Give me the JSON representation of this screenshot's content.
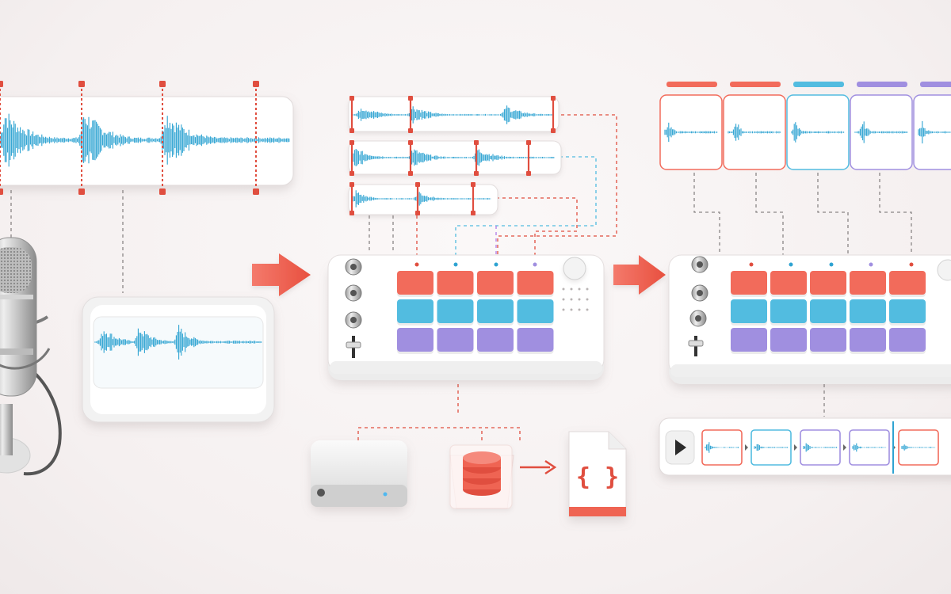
{
  "palette": {
    "background": "#f6f1f1",
    "red": "#f26b5b",
    "red_dark": "#e04e3f",
    "blue": "#52bce0",
    "blue_wave": "#2ea3d2",
    "purple": "#a08fe0",
    "panel": "#ffffff",
    "panel_edge": "#dcd6d6",
    "dash_gray": "#8a8686"
  },
  "icons": {
    "microphone": "microphone-icon",
    "monitor": "waveform-monitor-icon",
    "arrow": "flow-arrow-icon",
    "controller": "pad-controller-icon",
    "hardware": "storage-box-icon",
    "database": "database-icon",
    "json_file": "json-file-icon",
    "play": "play-icon"
  },
  "json_file": {
    "symbol": "{ }"
  },
  "pad_grid": {
    "rows": [
      "red",
      "blue",
      "purple"
    ],
    "columns_input": 4,
    "columns_output": 5
  },
  "slice_colors": [
    "red",
    "red",
    "blue",
    "purple",
    "purple"
  ],
  "sequence_colors": [
    "red",
    "blue",
    "purple",
    "purple",
    "red"
  ]
}
